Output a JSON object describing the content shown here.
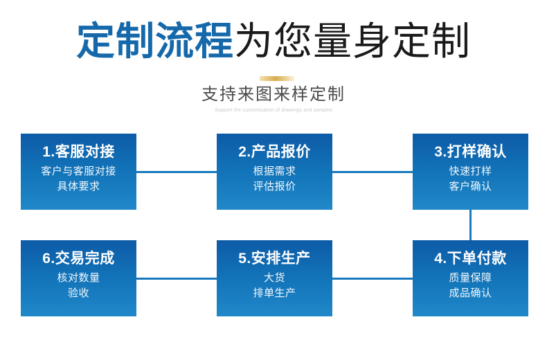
{
  "header": {
    "title_accent": "定制流程",
    "title_rest": "为您量身定制",
    "subtitle_cn": "支持来图来样定制",
    "subtitle_en": "Support the customization of drawings and samples",
    "accent_color": "#1569ab",
    "rule_color": "#d9ad50"
  },
  "flow": {
    "box_gradient_top": "#0d5ba6",
    "box_gradient_bottom": "#2088c9",
    "connector_color": "#1778bd",
    "steps": [
      {
        "id": "1",
        "title": "1.客服对接",
        "line1": "客户与客服对接",
        "line2": "具体要求"
      },
      {
        "id": "2",
        "title": "2.产品报价",
        "line1": "根据需求",
        "line2": "评估报价"
      },
      {
        "id": "3",
        "title": "3.打样确认",
        "line1": "快速打样",
        "line2": "客户确认"
      },
      {
        "id": "4",
        "title": "4.下单付款",
        "line1": "质量保障",
        "line2": "成品确认"
      },
      {
        "id": "5",
        "title": "5.安排生产",
        "line1": "大货",
        "line2": "排单生产"
      },
      {
        "id": "6",
        "title": "6.交易完成",
        "line1": "核对数量",
        "line2": "验收"
      }
    ]
  }
}
